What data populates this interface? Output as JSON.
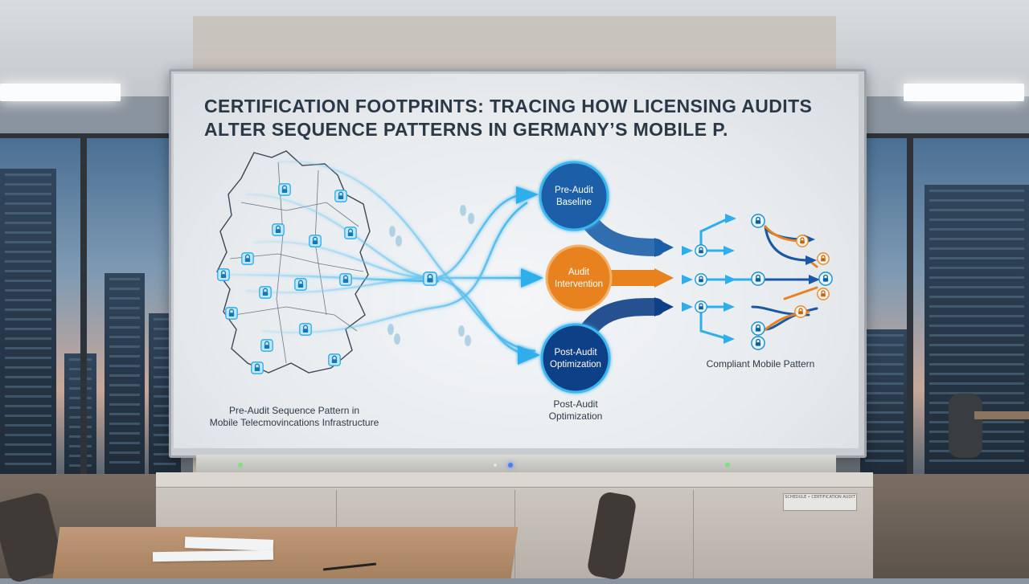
{
  "screen": {
    "title_line1": "CERTIFICATION FOOTPRINTS: TRACING HOW LICENSING AUDITS",
    "title_line2": "ALTER SEQUENCE PATTERNS IN GERMANY’S MOBILE P.",
    "left_caption_line1": "Pre-Audit Sequence Pattern in",
    "left_caption_line2": "Mobile Telecmovincations Infrastructure",
    "bottom_caption_line1": "Post-Audit",
    "bottom_caption_line2": "Optimization",
    "right_caption": "Compliant Mobile Pattern",
    "nodes": [
      {
        "line1": "Pre-Audit",
        "line2": "Baseline",
        "color": "#1c5fa8"
      },
      {
        "line1": "Audit",
        "line2": "Intervention",
        "color": "#e07a1e"
      },
      {
        "line1": "Post-Audit",
        "line2": "Optimization",
        "color": "#0f3f86"
      }
    ]
  },
  "colors": {
    "glow_blue": "#3ab6ee",
    "deep_blue": "#1a58a5",
    "orange": "#e8821f",
    "title_text": "#2b3947"
  },
  "icons": [
    "lock-icon",
    "footprint-icon",
    "arrow-icon",
    "germany-map"
  ],
  "plaque_text": "SCHEDULE • CERTIFICATION AUDIT"
}
